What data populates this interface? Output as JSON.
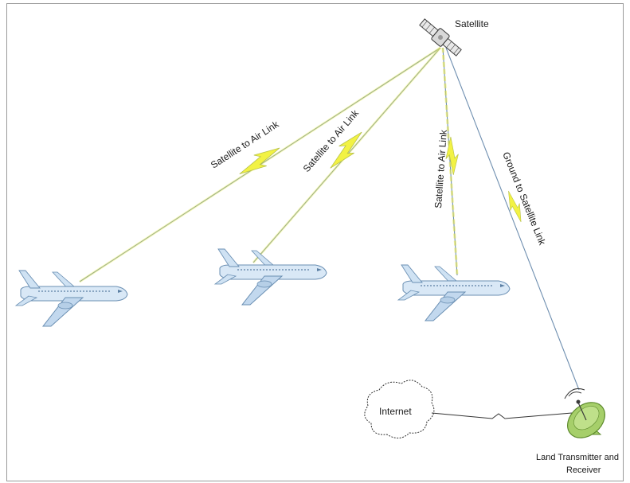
{
  "satellite": {
    "label": "Satellite"
  },
  "links": {
    "satellite_to_air_1": "Satellite to Air Link",
    "satellite_to_air_2": "Satellite to Air Link",
    "satellite_to_air_3": "Satellite to Air Link",
    "ground_to_satellite": "Ground to Satellite Link"
  },
  "internet": {
    "label": "Internet"
  },
  "ground_station": {
    "label_line1": "Land Transmitter and",
    "label_line2": "Receiver"
  },
  "colors": {
    "link_line": "#6f8fb0",
    "bolt": "#f2f244",
    "bolt_edge": "#b8c24a",
    "plane_body": "#cfe2f3",
    "plane_edge": "#6a8fb3",
    "dish": "#a6cf6a",
    "dish_edge": "#5d8a2c",
    "border": "#9a9a9a"
  },
  "icons": {
    "satellite": "satellite-icon",
    "airplane": "airplane-icon",
    "dish": "satellite-dish-icon",
    "cloud": "cloud-icon",
    "bolt": "lightning-bolt-icon"
  }
}
